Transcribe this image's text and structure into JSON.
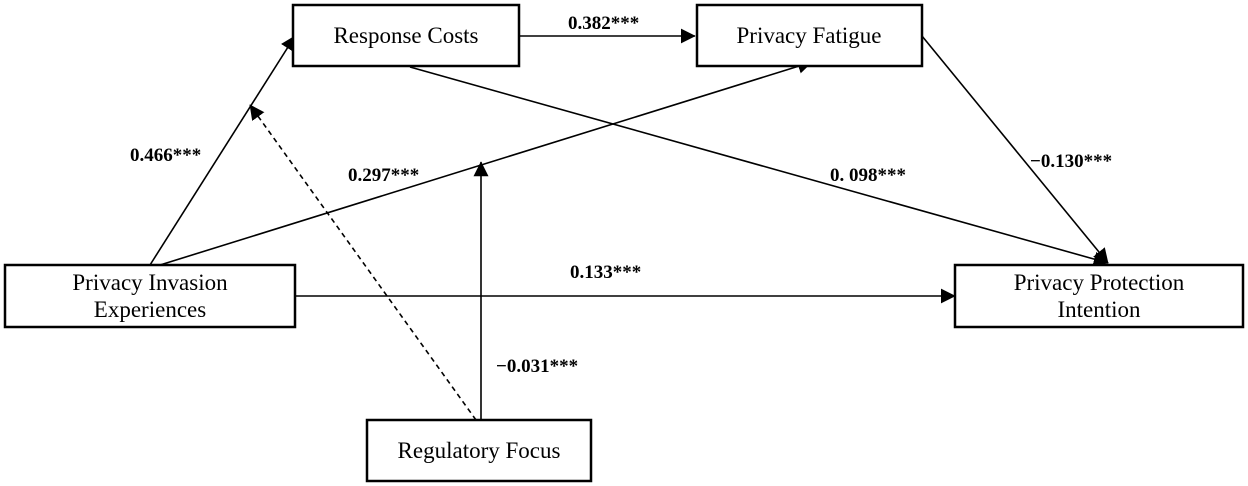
{
  "nodes": {
    "response_costs": "Response Costs",
    "privacy_fatigue": "Privacy Fatigue",
    "privacy_invasion": [
      "Privacy Invasion",
      "Experiences"
    ],
    "privacy_protection": [
      "Privacy Protection",
      "Intention"
    ],
    "regulatory_focus": "Regulatory Focus"
  },
  "paths": {
    "invasion_to_costs": "0.466***",
    "costs_to_fatigue": "0.382***",
    "invasion_to_fatigue": "0.297***",
    "costs_to_protection": "0. 098***",
    "fatigue_to_protection": "−0.130***",
    "invasion_to_protection": "0.133***",
    "moderation": "−0.031***"
  }
}
